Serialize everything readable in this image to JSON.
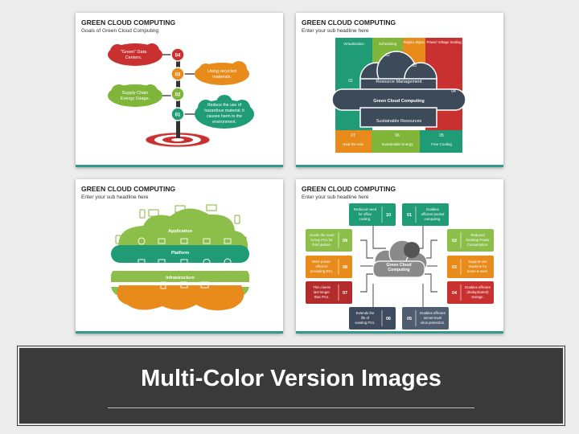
{
  "slides": [
    {
      "title": "GREEN CLOUD COMPUTING",
      "subtitle": "Goals of Green Cloud Computing",
      "numbers": [
        "04",
        "03",
        "02",
        "01"
      ],
      "bubbles": [
        {
          "text": [
            "\"Green\" Data",
            "Centers."
          ],
          "color": "#c8312f"
        },
        {
          "text": [
            "Using recycled",
            "materials."
          ],
          "color": "#e88b1b"
        },
        {
          "text": [
            "Supply Chain",
            "Energy Usage."
          ],
          "color": "#7fb539"
        },
        {
          "text": [
            "Reduce the use of",
            "hazardous material; it",
            "causes harm to the",
            "environment."
          ],
          "color": "#1f9c75"
        }
      ]
    },
    {
      "title": "GREEN CLOUD COMPUTING",
      "subtitle": "Enter your sub headline here",
      "top_labels": [
        "Virtualization",
        "Scheduling",
        "Replica Mgmt.",
        "Power/ Voltage Scaling"
      ],
      "bottom_labels": [
        "Heat Re-Use",
        "Sustainable Energy",
        "Free Cooling"
      ],
      "numbers": [
        "01",
        "02",
        "03",
        "04",
        "05",
        "06",
        "07"
      ],
      "cloud_labels": [
        "Resource Management",
        "Green Cloud Computing",
        "Sustainable Resources"
      ]
    },
    {
      "title": "GREEN CLOUD COMPUTING",
      "subtitle": "Enter your sub headline here",
      "layers": [
        "Application",
        "Platform",
        "Infrastructure"
      ]
    },
    {
      "title": "GREEN CLOUD COMPUTING",
      "subtitle": "Enter your sub headline here",
      "center": [
        "Green Cloud",
        "Computing"
      ],
      "items": [
        {
          "num": "10",
          "text": [
            "Reduced need",
            "for office",
            "cooling."
          ],
          "color": "#1f9c75"
        },
        {
          "num": "01",
          "text": [
            "Enables",
            "efficient pooled",
            "computing."
          ],
          "color": "#1f9c75"
        },
        {
          "num": "02",
          "text": [
            "Reduced",
            "Desktop Power",
            "Consumption."
          ],
          "color": "#8cbf4a"
        },
        {
          "num": "03",
          "text": [
            "Support one",
            "machine for",
            "home & work."
          ],
          "color": "#e88b1b"
        },
        {
          "num": "04",
          "text": [
            "Enables efficient",
            "(deduplicated)",
            "storage."
          ],
          "color": "#c8312f"
        },
        {
          "num": "05",
          "text": [
            "Enables efficient",
            "server-level",
            "virus protection."
          ],
          "color": "#4e5d70"
        },
        {
          "num": "06",
          "text": [
            "Extends the",
            "life of",
            "existing PCs."
          ],
          "color": "#3e4b5e"
        },
        {
          "num": "07",
          "text": [
            "Thin clients",
            "last longer",
            "than PCs."
          ],
          "color": "#b32b2b"
        },
        {
          "num": "08",
          "text": [
            "More power-",
            "efficient",
            "(including DC)."
          ],
          "color": "#e88b1b"
        },
        {
          "num": "09",
          "text": [
            "Avoids the need",
            "to buy PCs for",
            "third parties."
          ],
          "color": "#8cbf4a"
        }
      ]
    }
  ],
  "banner": {
    "title": "Multi-Color Version Images"
  },
  "colors": {
    "teal": "#2f9b8f",
    "banner_bg": "#3a3a3a"
  }
}
